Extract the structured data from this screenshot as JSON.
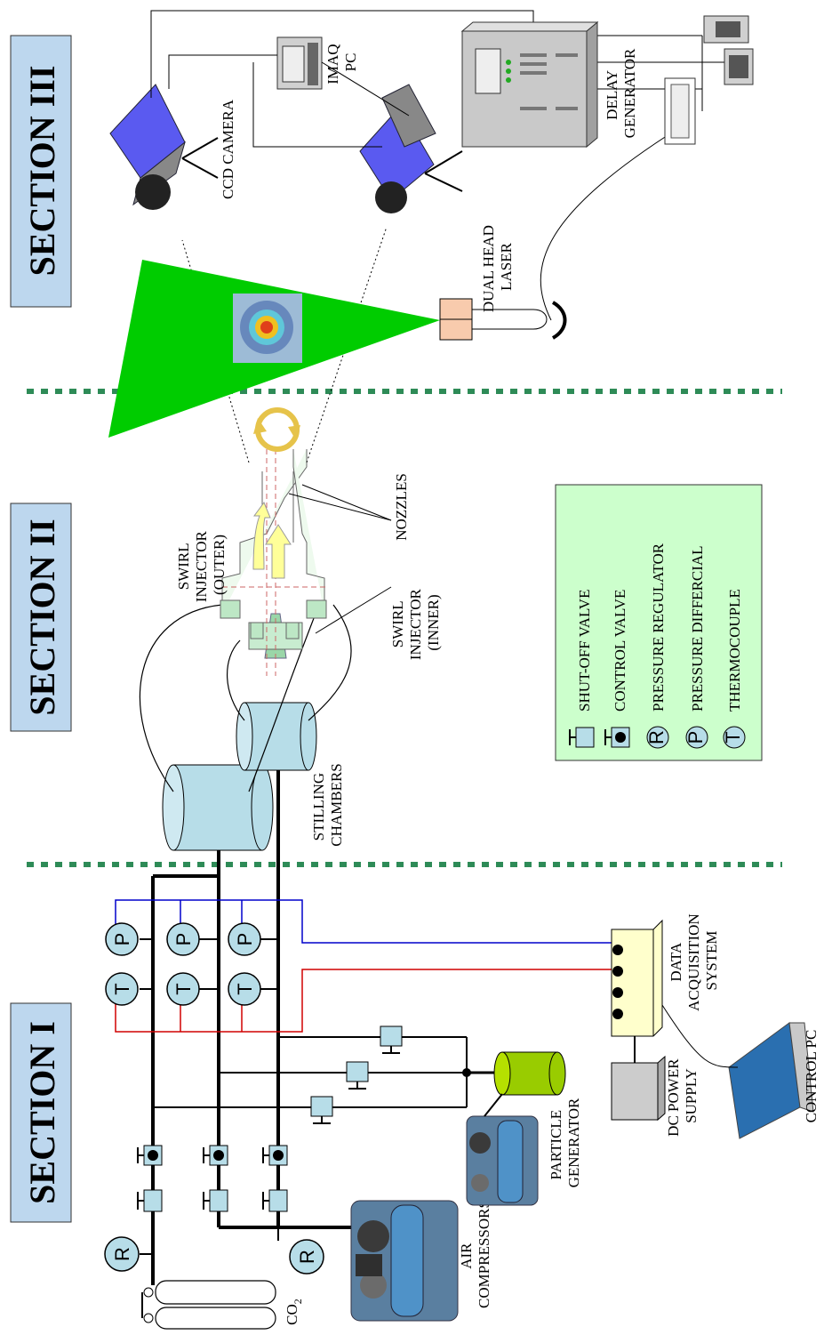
{
  "sections": [
    {
      "label": "SECTION I"
    },
    {
      "label": "SECTION II"
    },
    {
      "label": "SECTION III"
    }
  ],
  "labels": {
    "co2": "CO",
    "co2_sub": "2",
    "air_compressors": [
      "AIR",
      "COMPRESSORS"
    ],
    "particle_generator": [
      "PARTICLE",
      "GENERATOR"
    ],
    "dc_power_supply": [
      "DC POWER",
      "SUPPLY"
    ],
    "control_pc": "CONTROL PC",
    "data_acquisition": [
      "DATA",
      "ACQUISITION",
      "SYSTEM"
    ],
    "stilling_chambers": [
      "STILLING",
      "CHAMBERS"
    ],
    "swirl_outer": [
      "SWIRL",
      "INJECTOR",
      "(OUTER)"
    ],
    "swirl_inner": [
      "SWIRL",
      "INJECTOR",
      "(INNER)"
    ],
    "nozzles": "NOZZLES",
    "dual_head_laser": [
      "DUAL HEAD",
      "LASER"
    ],
    "ccd_camera": "CCD CAMERA",
    "imaq_pc": [
      "IMAQ",
      "PC"
    ],
    "delay_generator": [
      "DELAY",
      "GENERATOR"
    ]
  },
  "instruments": {
    "regulator": "R",
    "pressure": "P",
    "thermo": "T"
  },
  "legend": [
    {
      "symbol": "shutoff",
      "text": "SHUT-OFF VALVE"
    },
    {
      "symbol": "control",
      "text": "CONTROL VALVE"
    },
    {
      "symbol": "R",
      "text": "PRESSURE REGULATOR"
    },
    {
      "symbol": "P",
      "text": "PRESSURE DIFFERCIAL"
    },
    {
      "symbol": "T",
      "text": "THERMOCOUPLE"
    }
  ],
  "colors": {
    "section_box": "#bdd7ee",
    "legend_box": "#ccffcc",
    "laser_sheet": "#00cc00",
    "chamber": "#b7dde8",
    "instrument": "#b7dde8",
    "divider": "#2e8b57",
    "signal_red": "#d00000",
    "signal_blue": "#0000cc",
    "particle_gen": "#99cc00",
    "daq": "#ffffcc",
    "laser_head": "#f8cbad"
  }
}
